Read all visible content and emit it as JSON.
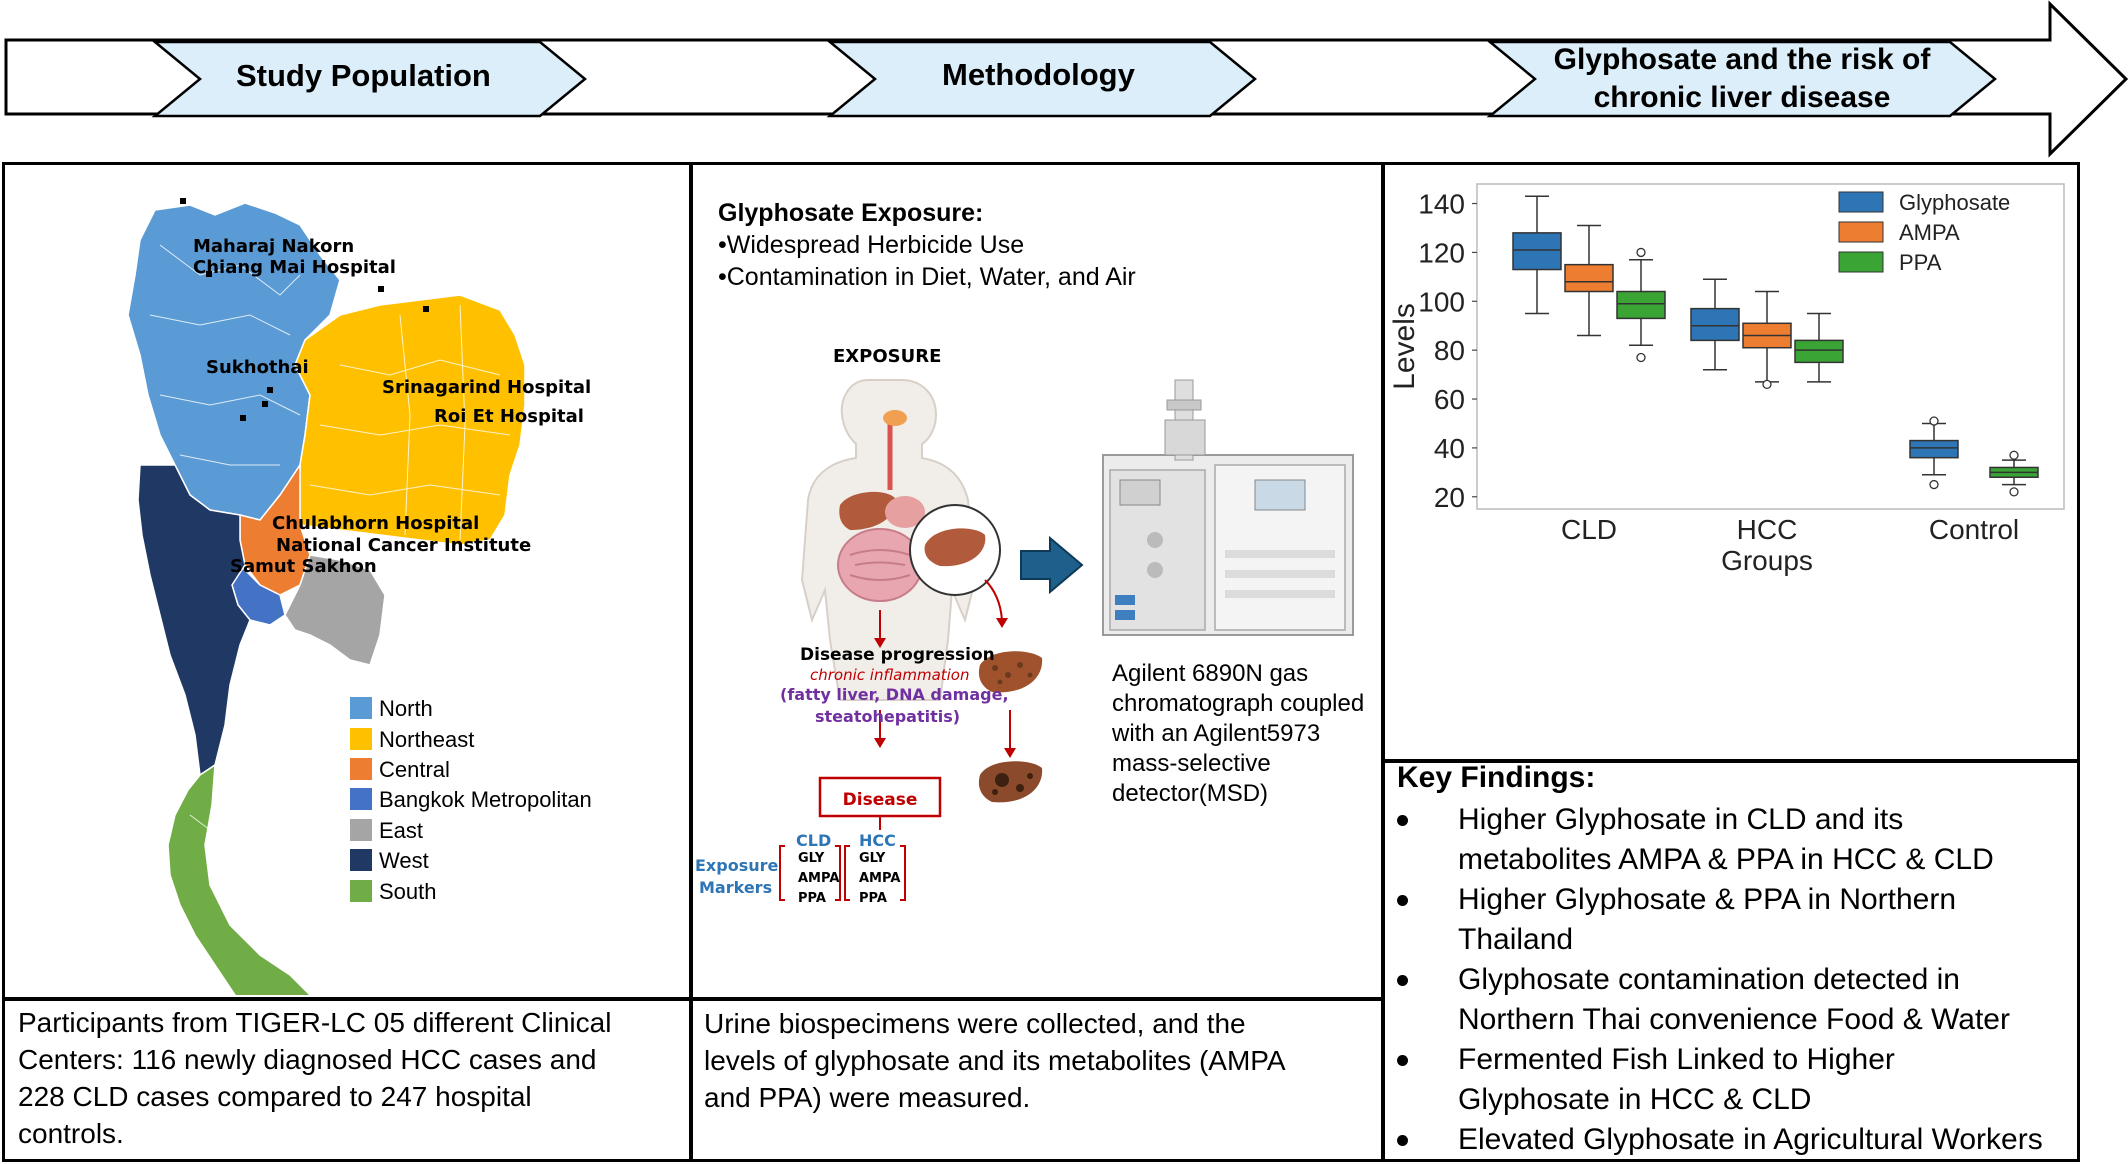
{
  "banner": {
    "stage1": "Study Population",
    "stage2": "Methodology",
    "stage3_line1": "Glyphosate and the risk of",
    "stage3_line2": "chronic liver disease"
  },
  "map": {
    "hospitals": [
      {
        "label": "Maharaj Nakorn"
      },
      {
        "label": "Chiang Mai Hospital"
      },
      {
        "label": "Sukhothai"
      },
      {
        "label": "Srinagarind Hospital"
      },
      {
        "label": "Roi Et Hospital"
      },
      {
        "label": "Chulabhorn Hospital"
      },
      {
        "label": "National Cancer Institute"
      },
      {
        "label": "Samut Sakhon"
      }
    ],
    "legend": [
      {
        "label": "North",
        "color": "#5b9bd5"
      },
      {
        "label": "Northeast",
        "color": "#ffc000"
      },
      {
        "label": "Central",
        "color": "#ed7d31"
      },
      {
        "label": "Bangkok Metropolitan",
        "color": "#4472c4"
      },
      {
        "label": "East",
        "color": "#a5a5a5"
      },
      {
        "label": "West",
        "color": "#203864"
      },
      {
        "label": "South",
        "color": "#70ad47"
      }
    ],
    "caption": [
      "Participants from TIGER-LC 05 different Clinical",
      "Centers: 116 newly diagnosed HCC cases and",
      "228 CLD cases compared to 247 hospital",
      "controls."
    ]
  },
  "methodology": {
    "exposure_title": "Glyphosate Exposure:",
    "exposure_items": [
      "•Widespread Herbicide Use",
      "•Contamination in Diet, Water, and Air"
    ],
    "figure": {
      "exposure_label": "EXPOSURE",
      "progression_title": "Disease progression",
      "progression_sub": "chronic inflammation",
      "progression_detail1": "(fatty liver, DNA damage,",
      "progression_detail2": "steatohepatitis)",
      "disease_label": "Disease",
      "markers_label1": "Exposure",
      "markers_label2": "Markers",
      "cld_label": "CLD",
      "hcc_label": "HCC",
      "marker_items": [
        "GLY",
        "AMPA",
        "PPA"
      ]
    },
    "instrument_text": [
      "Agilent  6890N gas",
      "chromatograph coupled",
      "with an Agilent5973",
      "mass-selective",
      "detector(MSD)"
    ],
    "caption": [
      "Urine biospecimens were collected, and the",
      "levels of glyphosate and its metabolites (AMPA",
      "and PPA) were measured."
    ]
  },
  "chart_data": {
    "type": "box",
    "categories": [
      "CLD",
      "HCC",
      "Control"
    ],
    "xlabel": "Groups",
    "ylabel": "Levels",
    "yticks": [
      20,
      40,
      60,
      80,
      100,
      120,
      140
    ],
    "ylim": [
      15,
      148
    ],
    "legend_position": "top-right",
    "series": [
      {
        "name": "Glyphosate",
        "color": "#2e75b6",
        "boxes": [
          {
            "whisker_low": 95,
            "q1": 113,
            "median": 121,
            "q3": 128,
            "whisker_high": 143,
            "outliers": []
          },
          {
            "whisker_low": 72,
            "q1": 84,
            "median": 90,
            "q3": 97,
            "whisker_high": 109,
            "outliers": []
          },
          {
            "whisker_low": 29,
            "q1": 36,
            "median": 40,
            "q3": 43,
            "whisker_high": 50,
            "outliers": [
              25,
              51
            ]
          }
        ]
      },
      {
        "name": "AMPA",
        "color": "#ed7d31",
        "boxes": [
          {
            "whisker_low": 86,
            "q1": 104,
            "median": 108,
            "q3": 115,
            "whisker_high": 131,
            "outliers": []
          },
          {
            "whisker_low": 67,
            "q1": 81,
            "median": 86,
            "q3": 91,
            "whisker_high": 104,
            "outliers": [
              66
            ]
          }
        ]
      },
      {
        "name": "PPA",
        "color": "#3aa535",
        "boxes": [
          {
            "whisker_low": 82,
            "q1": 93,
            "median": 99,
            "q3": 104,
            "whisker_high": 117,
            "outliers": [
              77,
              120
            ]
          },
          {
            "whisker_low": 67,
            "q1": 75,
            "median": 80,
            "q3": 84,
            "whisker_high": 95,
            "outliers": []
          },
          {
            "whisker_low": 25,
            "q1": 28,
            "median": 30,
            "q3": 32,
            "whisker_high": 35,
            "outliers": [
              22,
              37
            ]
          }
        ]
      }
    ]
  },
  "findings": {
    "title": "Key Findings:",
    "items": [
      [
        "Higher Glyphosate in CLD and its",
        "metabolites AMPA & PPA in HCC & CLD"
      ],
      [
        "Higher Glyphosate & PPA in Northern",
        "Thailand"
      ],
      [
        "Glyphosate contamination detected in",
        "Northern Thai convenience Food & Water"
      ],
      [
        "Fermented Fish Linked to Higher",
        "Glyphosate in HCC & CLD"
      ],
      [
        "Elevated Glyphosate in Agricultural Workers"
      ]
    ]
  }
}
